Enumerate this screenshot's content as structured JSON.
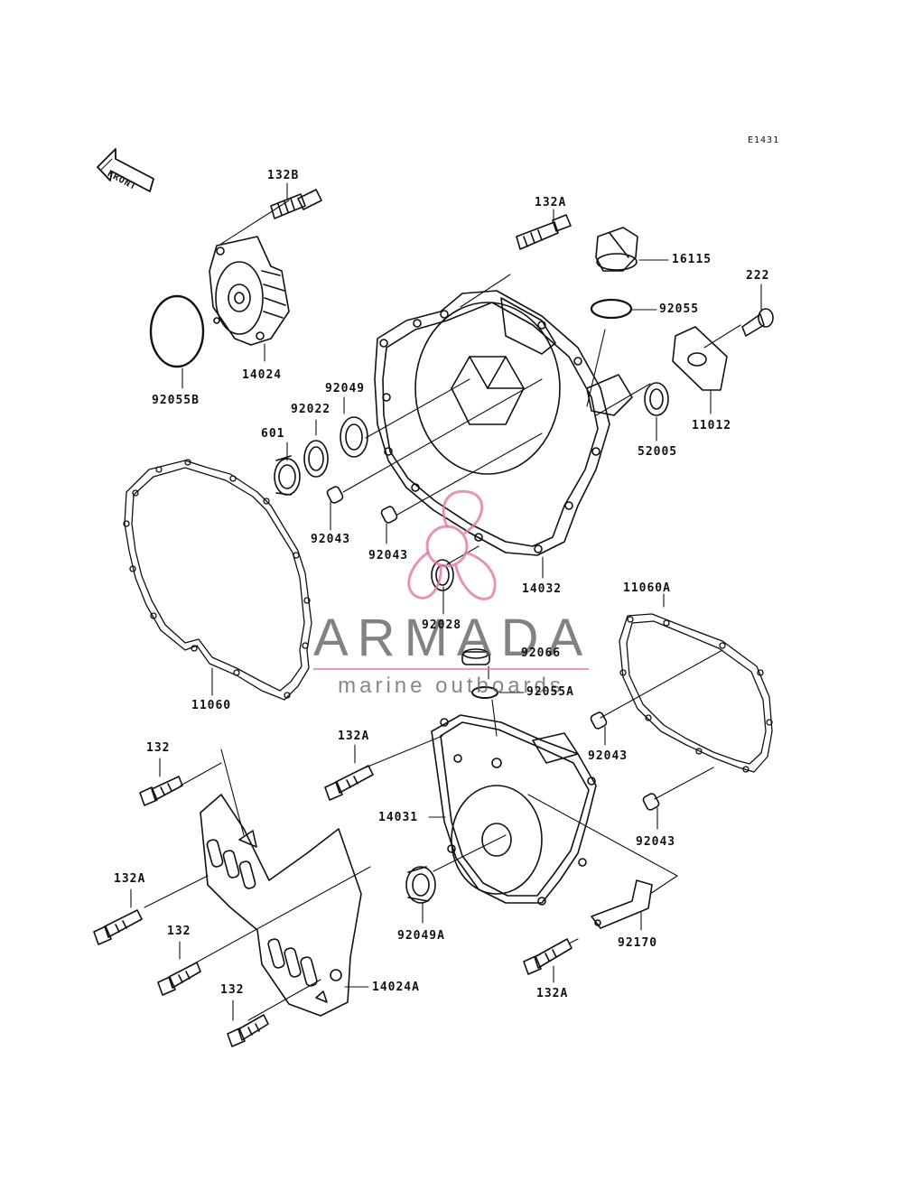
{
  "diagram_code": "E1431",
  "front_label": "FRONT",
  "watermark": {
    "title": "ARMADA",
    "subtitle": "marine outboards",
    "accent_color": "#e1789f",
    "text_color": "#5f5f5f"
  },
  "parts": {
    "p132b": "132B",
    "p132a_top": "132A",
    "p16115": "16115",
    "p222": "222",
    "p92055": "92055",
    "p14024": "14024",
    "p92055b": "92055B",
    "p11012": "11012",
    "p52005": "52005",
    "p92049": "92049",
    "p92022": "92022",
    "p601": "601",
    "p92043_a": "92043",
    "p92043_b": "92043",
    "p14032": "14032",
    "p92028": "92028",
    "p11060": "11060",
    "p11060a": "11060A",
    "p92066": "92066",
    "p92055a": "92055A",
    "p132_a": "132",
    "p132a_mid": "132A",
    "p14031": "14031",
    "p92043_c": "92043",
    "p92043_d": "92043",
    "p132a_left": "132A",
    "p132_b": "132",
    "p92049a": "92049A",
    "p92170": "92170",
    "p132_c": "132",
    "p14024a": "14024A",
    "p132a_bottom": "132A"
  }
}
